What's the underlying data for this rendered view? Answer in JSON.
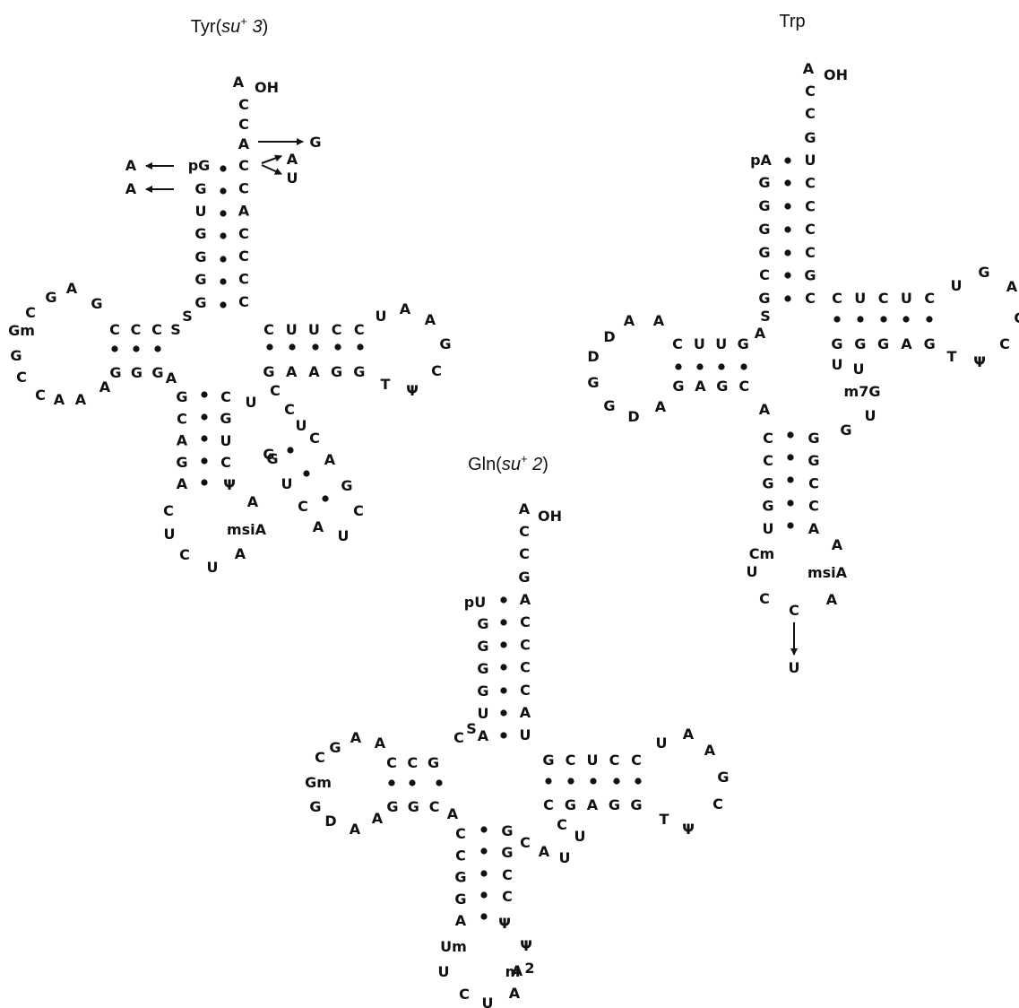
{
  "colors": {
    "ink": "#111111",
    "background": "#ffffff"
  },
  "trnas": [
    {
      "id": "tyr",
      "title": {
        "name": "Tyr(",
        "su": "su",
        "sup": "+",
        "num": "3",
        "close": ")"
      },
      "acceptor_tail": [
        "A",
        "OH",
        "C",
        "C",
        "A"
      ],
      "stem_5": [
        "pG",
        "G",
        "U",
        "G",
        "G",
        "G",
        "G"
      ],
      "stem_3": [
        "C",
        "C",
        "A",
        "C",
        "C",
        "C",
        "C"
      ],
      "connectors": [
        "S",
        "S"
      ],
      "d_stem_top": [
        "C",
        "C",
        "C"
      ],
      "d_stem_bottom": [
        "G",
        "G",
        "G"
      ],
      "d_loop": [
        "G",
        "A",
        "G",
        "C",
        "Gm",
        "G",
        "C",
        "C",
        "A",
        "A",
        "A",
        "A"
      ],
      "t_stem_top": [
        "C",
        "U",
        "U",
        "C",
        "C"
      ],
      "t_stem_bottom": [
        "G",
        "A",
        "A",
        "G",
        "G"
      ],
      "t_loop": [
        "U",
        "A",
        "A",
        "G",
        "C",
        "Ψ",
        "T"
      ],
      "anticodon_stem_5": [
        "G",
        "C",
        "A",
        "G",
        "A"
      ],
      "anticodon_stem_3": [
        "C",
        "G",
        "U",
        "C",
        "Ψ"
      ],
      "anticodon_loop": [
        "C",
        "U",
        "C",
        "U",
        "A",
        "msiA",
        "A"
      ],
      "variable_arm": [
        "C",
        "C",
        "U",
        "U",
        "G",
        "C",
        "U",
        "A",
        "C",
        "G",
        "A",
        "C",
        "U",
        "G"
      ],
      "mutations": [
        "G",
        "A",
        "U",
        "A",
        "A"
      ]
    },
    {
      "id": "trp",
      "title": {
        "name": "Trp"
      },
      "acceptor_tail": [
        "A",
        "OH",
        "C",
        "C",
        "G"
      ],
      "stem_5": [
        "pA",
        "G",
        "G",
        "G",
        "G",
        "C",
        "G"
      ],
      "stem_3": [
        "U",
        "C",
        "C",
        "C",
        "C",
        "G",
        "C"
      ],
      "connectors": [
        "S",
        "A"
      ],
      "d_stem_top": [
        "C",
        "U",
        "U",
        "G"
      ],
      "d_stem_bottom": [
        "G",
        "A",
        "G",
        "C"
      ],
      "d_loop": [
        "A",
        "A",
        "D",
        "D",
        "G",
        "G",
        "D",
        "A"
      ],
      "t_stem_top": [
        "C",
        "U",
        "C",
        "U",
        "C"
      ],
      "t_stem_bottom": [
        "G",
        "G",
        "G",
        "A",
        "G"
      ],
      "t_loop": [
        "U",
        "G",
        "A",
        "G",
        "C",
        "Ψ",
        "T"
      ],
      "variable_loop": [
        "A",
        "U",
        "U",
        "m7G",
        "G",
        "U"
      ],
      "anticodon_stem_5": [
        "C",
        "C",
        "G",
        "G",
        "U"
      ],
      "anticodon_stem_3": [
        "G",
        "G",
        "C",
        "C",
        "A"
      ],
      "anticodon_loop": [
        "Cm",
        "U",
        "C",
        "C",
        "A",
        "msiA",
        "A"
      ],
      "mutations": [
        "U"
      ]
    },
    {
      "id": "gln",
      "title": {
        "name": "Gln(",
        "su": "su",
        "sup": "+",
        "num": "2",
        "close": ")"
      },
      "acceptor_tail": [
        "A",
        "OH",
        "C",
        "C",
        "G"
      ],
      "stem_5": [
        "pU",
        "G",
        "G",
        "G",
        "G",
        "U",
        "A"
      ],
      "stem_3": [
        "A",
        "C",
        "C",
        "C",
        "C",
        "A",
        "U"
      ],
      "connectors": [
        "S",
        "C"
      ],
      "d_stem_top": [
        "C",
        "C",
        "G"
      ],
      "d_stem_bottom": [
        "G",
        "G",
        "C"
      ],
      "d_loop": [
        "A",
        "A",
        "G",
        "C",
        "Gm",
        "G",
        "D",
        "A",
        "A"
      ],
      "t_stem_top": [
        "G",
        "C",
        "U",
        "C",
        "C"
      ],
      "t_stem_bottom": [
        "C",
        "G",
        "A",
        "G",
        "G"
      ],
      "t_loop": [
        "U",
        "A",
        "A",
        "G",
        "C",
        "Ψ",
        "T"
      ],
      "variable_loop": [
        "A",
        "C",
        "U",
        "U",
        "A",
        "C"
      ],
      "anticodon_stem_5": [
        "C",
        "C",
        "G",
        "G",
        "A"
      ],
      "anticodon_stem_3": [
        "G",
        "G",
        "C",
        "C",
        "Ψ"
      ],
      "anticodon_loop": [
        "Um",
        "U",
        "C",
        "U",
        "A",
        "m",
        "2",
        "A",
        "Ψ"
      ]
    }
  ]
}
